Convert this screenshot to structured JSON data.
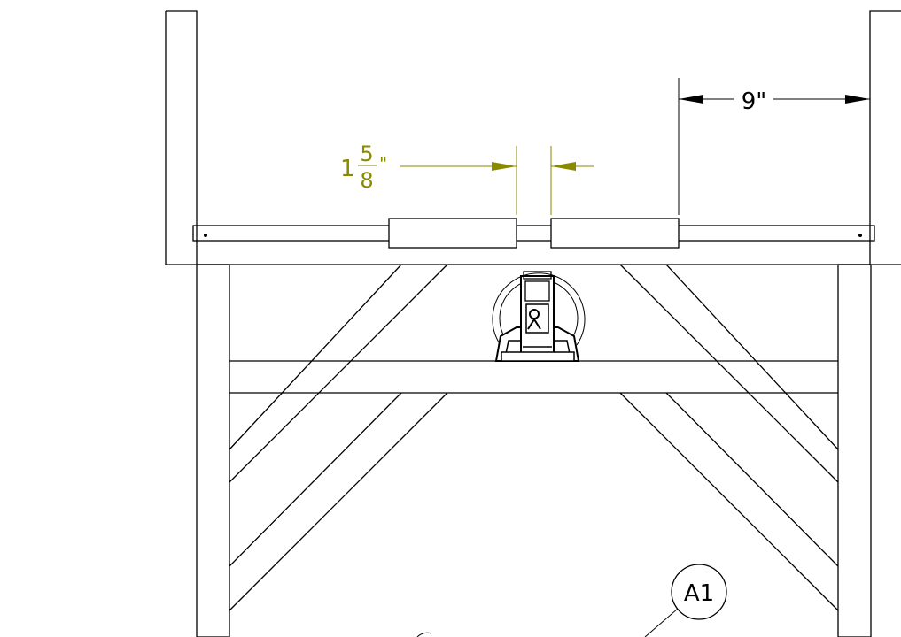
{
  "drawing": {
    "dim_overall": "9\"",
    "dim_gap": {
      "whole": "1",
      "numerator": "5",
      "denominator": "8",
      "unit": "\""
    },
    "balloon_label": "A1"
  },
  "colors": {
    "line": "#000000",
    "dimension_highlight": "#8a8a00",
    "background": "#ffffff"
  }
}
